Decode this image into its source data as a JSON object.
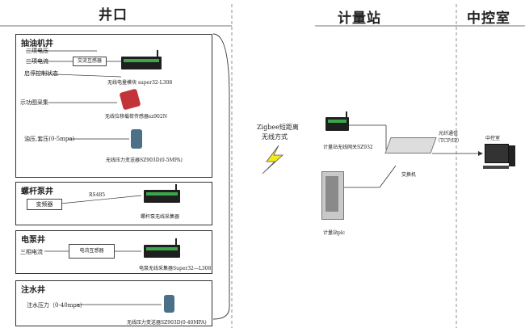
{
  "headers": {
    "well": "井口",
    "metering": "计量站",
    "control": "中控室"
  },
  "pumping_well": {
    "title": "抽油机井",
    "inputs": [
      "三项电压",
      "三项电流",
      "启停控制状态",
      "示功图采集",
      "油压,套压(0-5mpa)"
    ],
    "current_transformer": "交流互感器",
    "power_module": "无线电量模块 super32-L308",
    "load_sensor": "无线位移载荷传感器sz902N",
    "pressure_transmitter": "无线压力变送器SZ903D(0-5MPA)"
  },
  "screw_pump_well": {
    "title": "螺杆泵井",
    "protocol": "RS485",
    "inverter": "变频器",
    "collector": "螺杆泵无线采集器"
  },
  "electric_pump_well": {
    "title": "电泵井",
    "input": "三相电流",
    "current_transformer": "电流互感器",
    "collector": "电泵无线采集器Super32—L308"
  },
  "water_injection_well": {
    "title": "注水井",
    "input": "注水压力（0-40mpa）",
    "transmitter": "无线压力变送器SZ903D(0-40MPA)"
  },
  "wireless": {
    "line1": "Zigbee短距离",
    "line2": "无线方式"
  },
  "station": {
    "gateway": "计量站无线网关SZ932",
    "plc": "计量站plc",
    "switch": "交换机"
  },
  "link": {
    "line1": "光纤通信",
    "line2": "（TCP/IP）"
  },
  "control_room": {
    "label": "中控室"
  }
}
